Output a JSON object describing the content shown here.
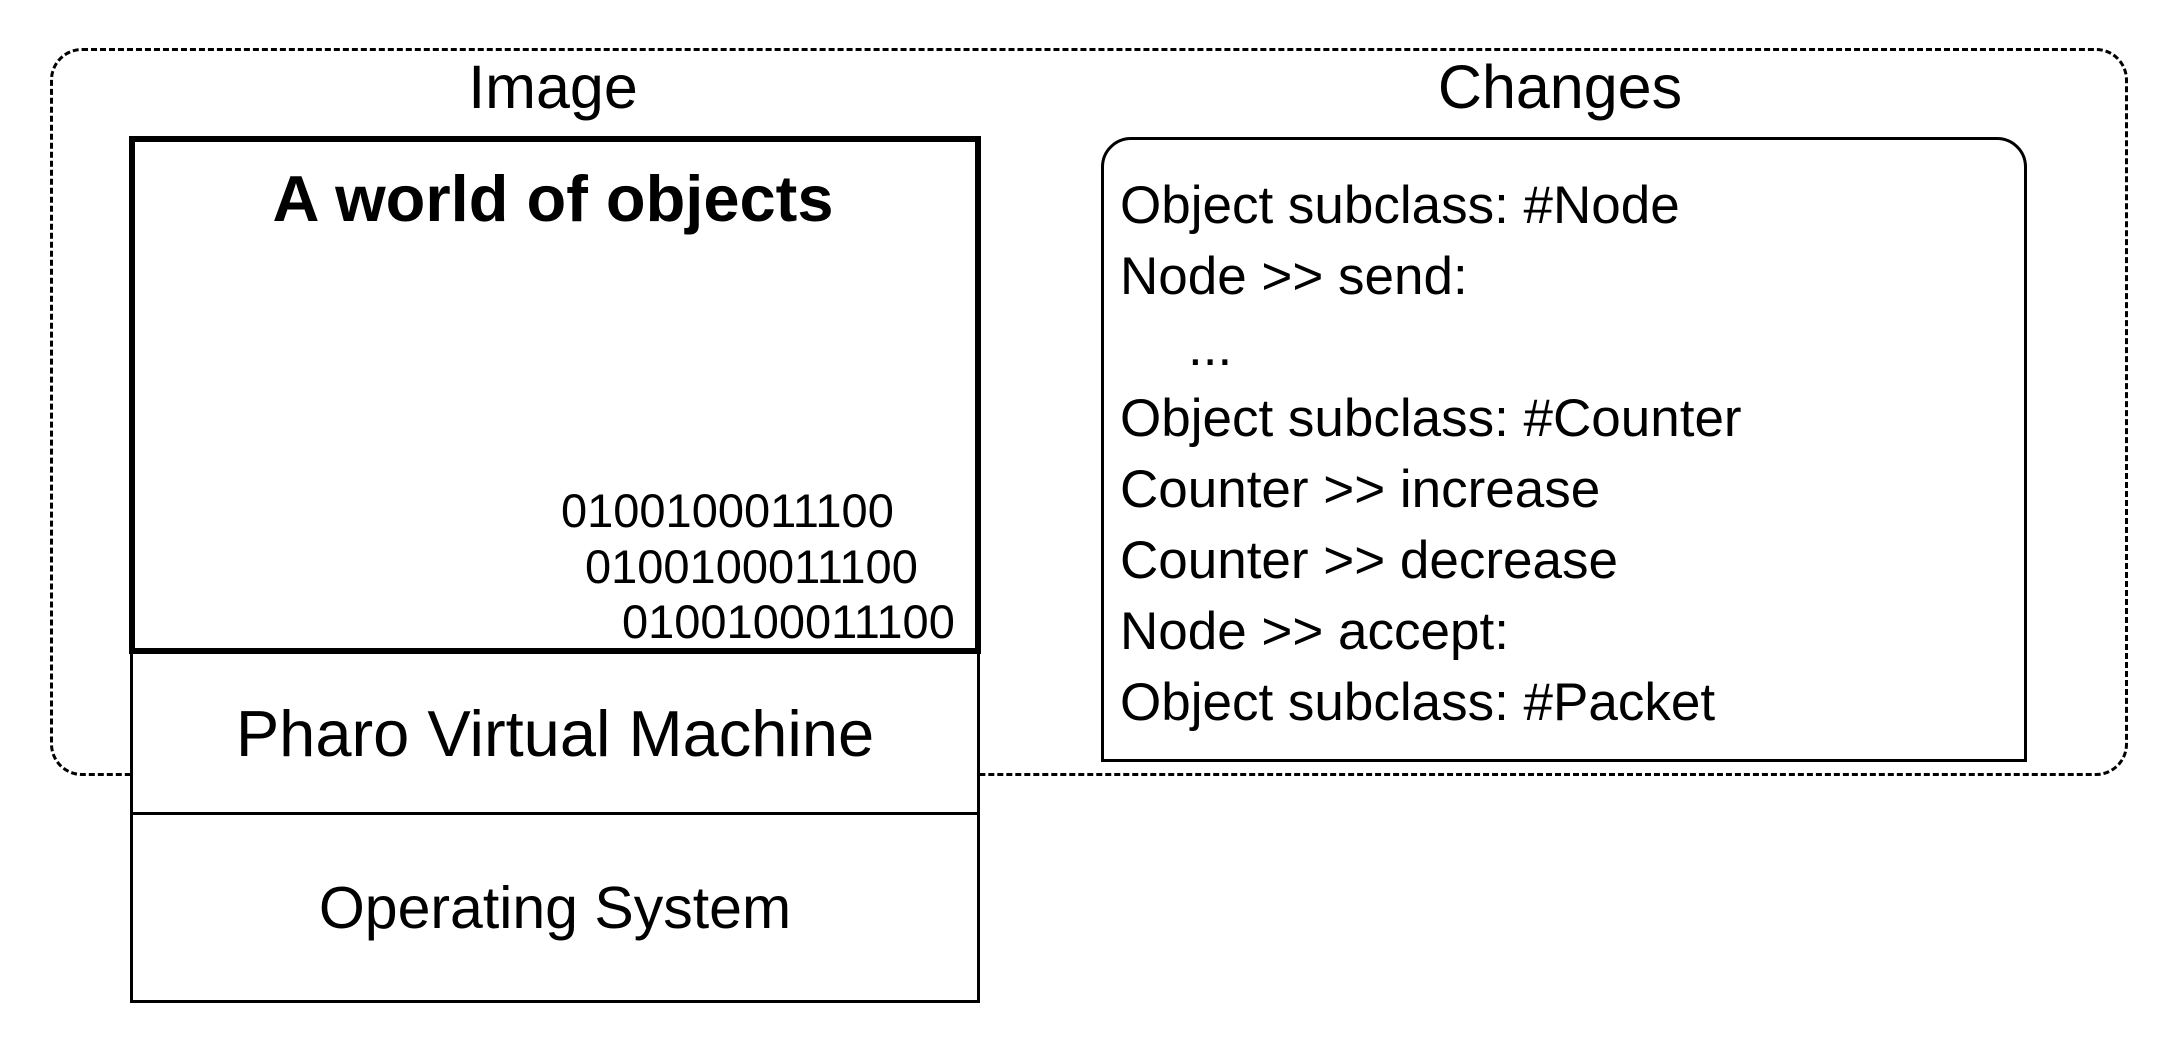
{
  "image_section": {
    "title": "Image",
    "world": {
      "title": "A world of objects",
      "bits": [
        "0100100011100",
        "0100100011100",
        "0100100011100"
      ]
    },
    "vm_label": "Pharo Virtual Machine"
  },
  "os_label": "Operating System",
  "changes_section": {
    "title": "Changes",
    "lines": [
      "Object subclass: #Node",
      "Node >> send:",
      "...",
      "Object subclass: #Counter",
      "Counter >> increase",
      "Counter >> decrease",
      "Node >> accept:",
      "Object subclass: #Packet"
    ]
  }
}
